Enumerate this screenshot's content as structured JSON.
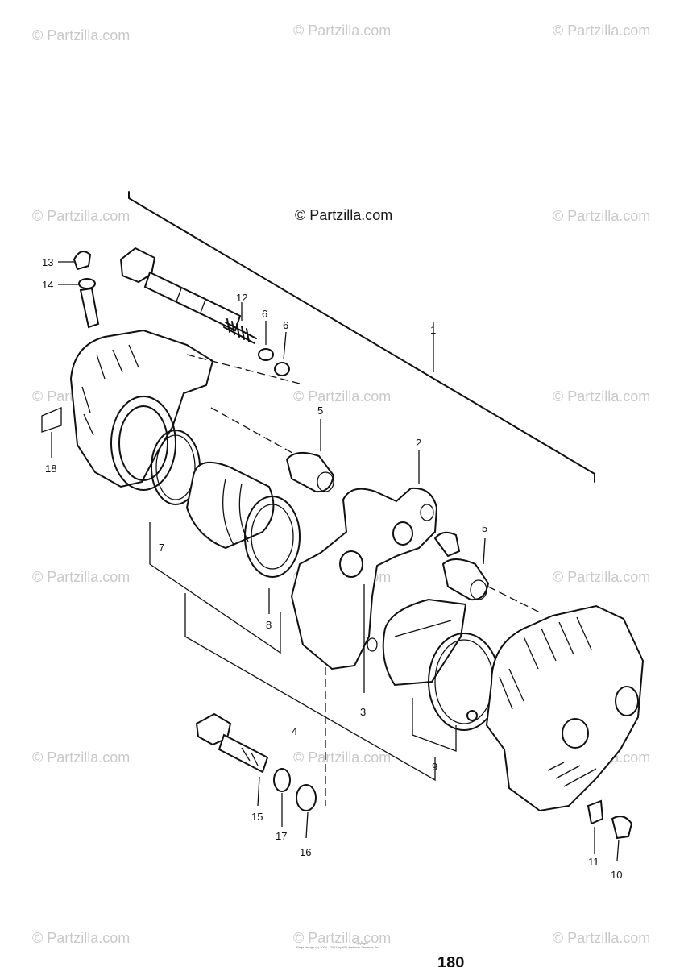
{
  "watermark": "© Partzilla.com",
  "main_watermark": "© Partzilla.com",
  "callouts": [
    {
      "id": "1",
      "label": "1"
    },
    {
      "id": "2",
      "label": "2"
    },
    {
      "id": "3",
      "label": "3"
    },
    {
      "id": "4",
      "label": "4"
    },
    {
      "id": "5a",
      "label": "5"
    },
    {
      "id": "5b",
      "label": "5"
    },
    {
      "id": "6a",
      "label": "6"
    },
    {
      "id": "6b",
      "label": "6"
    },
    {
      "id": "7",
      "label": "7"
    },
    {
      "id": "8",
      "label": "8"
    },
    {
      "id": "9",
      "label": "9"
    },
    {
      "id": "10",
      "label": "10"
    },
    {
      "id": "11",
      "label": "11"
    },
    {
      "id": "12",
      "label": "12"
    },
    {
      "id": "13",
      "label": "13"
    },
    {
      "id": "14",
      "label": "14"
    },
    {
      "id": "15",
      "label": "15"
    },
    {
      "id": "16",
      "label": "16"
    },
    {
      "id": "17",
      "label": "17"
    },
    {
      "id": "18",
      "label": "18"
    }
  ],
  "footer": {
    "line1": "Copyright",
    "line2": "Page design (c) 2004 - 2017 by ARI Network Services, Inc."
  },
  "page_number": "180"
}
